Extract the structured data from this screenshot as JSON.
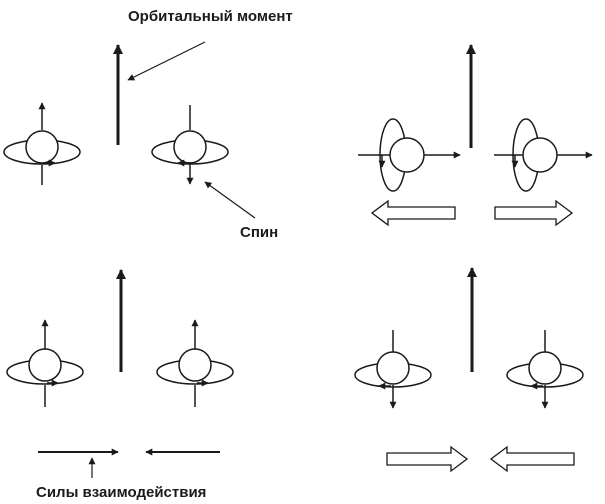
{
  "labels": {
    "orbital_moment": "Орбитальный момент",
    "spin": "Спин",
    "interaction_forces": "Силы взаимодействия"
  },
  "colors": {
    "ink": "#1a1a1a",
    "background": "#ffffff"
  }
}
